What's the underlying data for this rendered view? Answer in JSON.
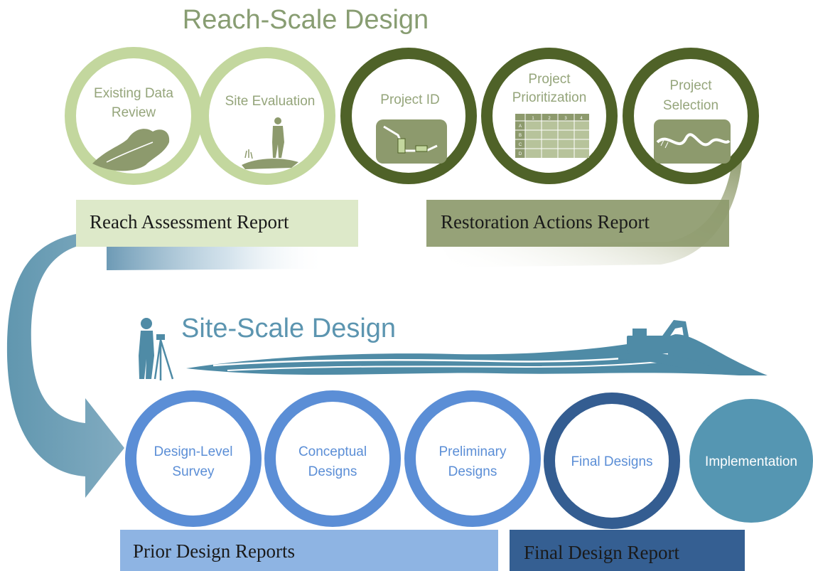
{
  "reach_section": {
    "title": "Reach-Scale Design",
    "steps": [
      {
        "line1": "Existing Data",
        "line2": "Review"
      },
      {
        "line1": "Site Evaluation"
      },
      {
        "line1": "Project ID"
      },
      {
        "line1": "Project",
        "line2": "Prioritization"
      },
      {
        "line1": "Project",
        "line2": "Selection"
      }
    ],
    "reports": [
      "Reach Assessment Report",
      "Restoration Actions Report"
    ],
    "matrix_columns": [
      "1",
      "2",
      "3",
      "4"
    ],
    "matrix_rows": [
      "A",
      "B",
      "C",
      "D"
    ]
  },
  "site_section": {
    "title": "Site-Scale Design",
    "steps": [
      {
        "line1": "Design-Level",
        "line2": "Survey"
      },
      {
        "line1": "Conceptual",
        "line2": "Designs"
      },
      {
        "line1": "Preliminary",
        "line2": "Designs"
      },
      {
        "line1": "Final Designs"
      },
      {
        "line1": "Implementation"
      }
    ],
    "reports": [
      "Prior Design Reports",
      "Final Design Report"
    ]
  },
  "colors": {
    "reach_light": "#c3d79e",
    "reach_title": "#889d72",
    "reach_dark": "#4f6228",
    "report_light": "#dde9c9",
    "report_dark": "#8d9a6d",
    "site_title": "#5c95b0",
    "site_blue": "#5b8ed6",
    "site_navy": "#345d91",
    "site_teal": "#5596b2",
    "report_blue": "#8eb4e3",
    "report_navy": "#355f92",
    "art_teal": "#4f8ba6"
  }
}
